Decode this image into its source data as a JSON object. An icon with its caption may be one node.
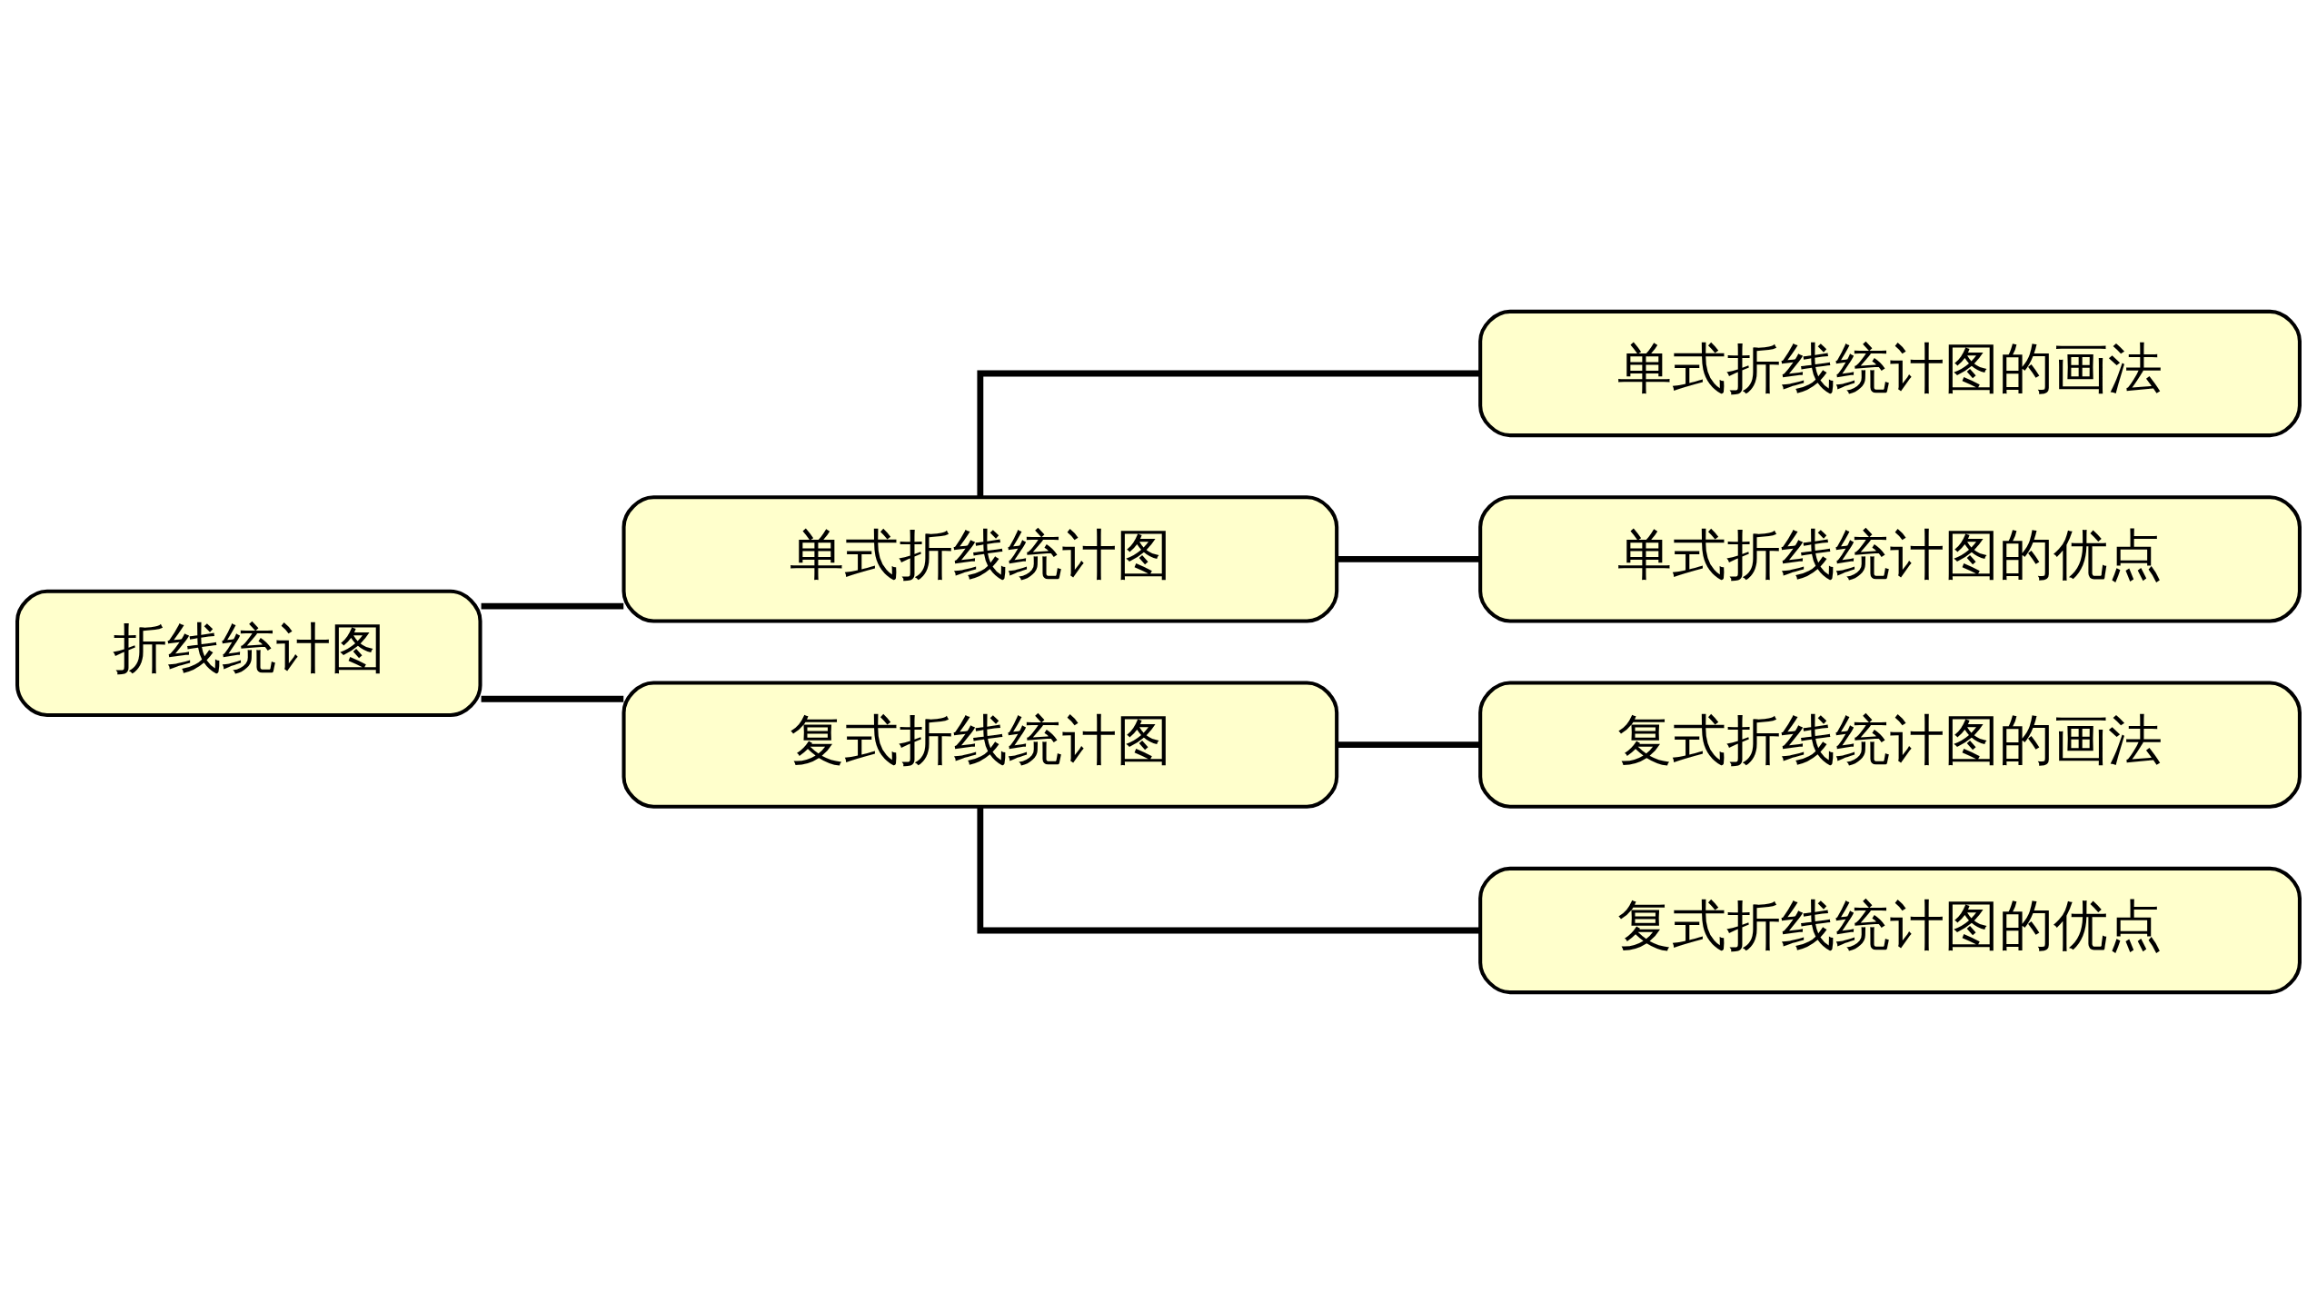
{
  "diagram": {
    "nodes": [
      {
        "text": [
          "折线统计图"
        ]
      },
      {
        "text": [
          "单式折线统计图"
        ]
      },
      {
        "text": [
          "复式折线统计图"
        ]
      },
      {
        "text": [
          "单式折线统计图的画法"
        ]
      },
      {
        "text": [
          "单式折线统计图的优点"
        ]
      },
      {
        "text": [
          "复式折线统计图的画法"
        ]
      },
      {
        "text": [
          "复式折线统计图的优点"
        ]
      }
    ],
    "edges": [
      {
        "from": 0,
        "to": 1,
        "arrow": "none"
      },
      {
        "from": 0,
        "to": 2,
        "arrow": "none"
      },
      {
        "from": 1,
        "to": 3,
        "arrow": "none"
      },
      {
        "from": 1,
        "to": 4,
        "arrow": "none"
      },
      {
        "from": 2,
        "to": 5,
        "arrow": "none"
      },
      {
        "from": 2,
        "to": 6,
        "arrow": "none"
      }
    ]
  }
}
